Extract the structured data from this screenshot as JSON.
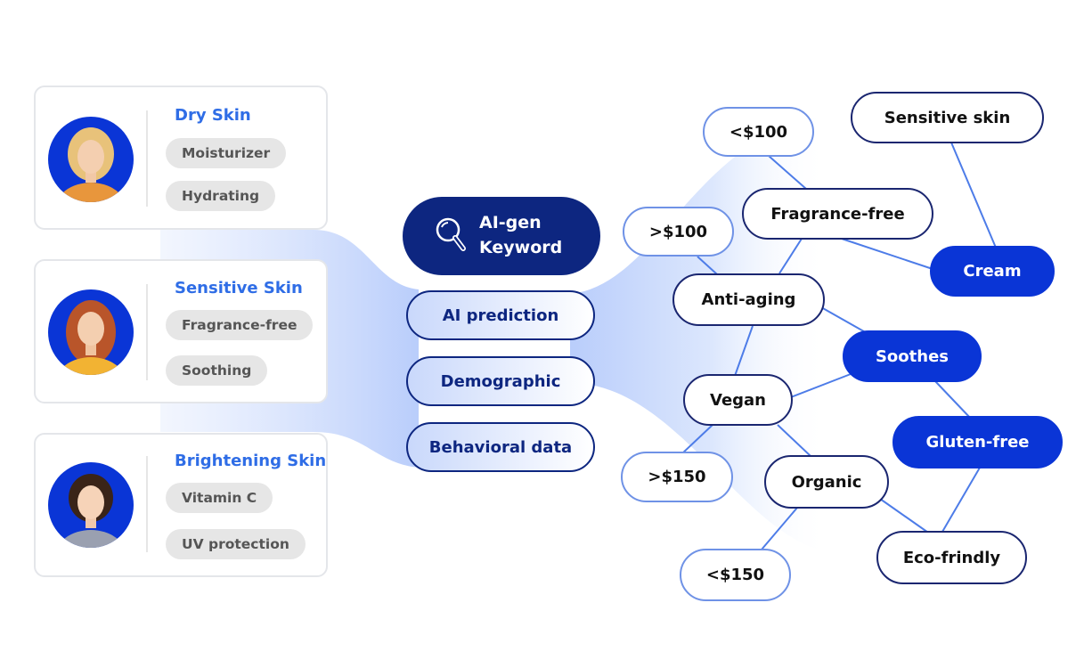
{
  "profiles": [
    {
      "title": "Dry Skin",
      "chips": [
        "Moisturizer",
        "Hydrating"
      ],
      "avatar_icon": "woman-blonde-avatar-icon"
    },
    {
      "title": "Sensitive Skin",
      "chips": [
        "Fragrance-free",
        "Soothing"
      ],
      "avatar_icon": "woman-red-hair-avatar-icon"
    },
    {
      "title": "Brightening Skin",
      "chips": [
        "Vitamin C",
        "UV protection"
      ],
      "avatar_icon": "woman-dark-hair-avatar-icon"
    }
  ],
  "center": {
    "header_line1": "AI-gen",
    "header_line2": "Keyword",
    "header_icon": "magnifier-icon",
    "pills": [
      "AI prediction",
      "Demographic",
      "Behavioral data"
    ]
  },
  "keywords": [
    {
      "label": "<$100",
      "style": "light"
    },
    {
      "label": "Sensitive skin",
      "style": "white"
    },
    {
      "label": ">$100",
      "style": "light"
    },
    {
      "label": "Fragrance-free",
      "style": "white"
    },
    {
      "label": "Cream",
      "style": "blue"
    },
    {
      "label": "Anti-aging",
      "style": "white"
    },
    {
      "label": "Soothes",
      "style": "blue"
    },
    {
      "label": "Vegan",
      "style": "white"
    },
    {
      "label": "Gluten-free",
      "style": "blue"
    },
    {
      "label": ">$150",
      "style": "light"
    },
    {
      "label": "Organic",
      "style": "white"
    },
    {
      "label": "<$150",
      "style": "light"
    },
    {
      "label": "Eco-frindly",
      "style": "white"
    }
  ],
  "colors": {
    "accent_blue": "#0a35d6",
    "navy": "#0d2680",
    "title_blue": "#2f6de6",
    "chip_gray": "#e6e6e6"
  }
}
